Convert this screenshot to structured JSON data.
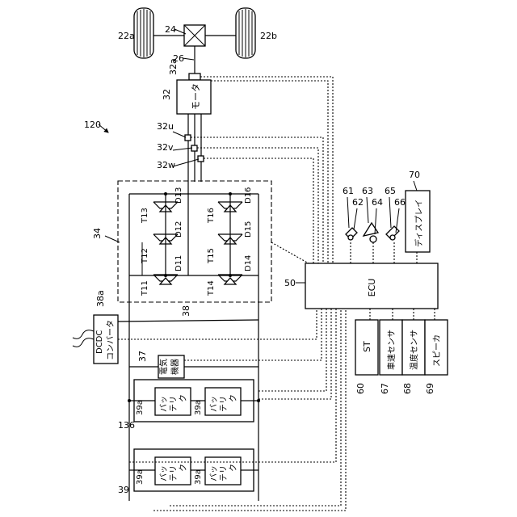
{
  "refs": {
    "fig": "120",
    "wheel_a": "22a",
    "wheel_b": "22b",
    "gear": "24",
    "shaft": "26",
    "sensor": "32a",
    "motor": "32",
    "u": "32u",
    "v": "32v",
    "w": "32w",
    "inverter": "34",
    "ecu": "50",
    "dcdc": "38a",
    "line": "38",
    "aux": "37",
    "pack1": "136",
    "pack2": "39",
    "cell": "39a",
    "st": "60",
    "n61": "61",
    "n62": "62",
    "n63": "63",
    "n64": "64",
    "n65": "65",
    "n66": "66",
    "n67": "67",
    "n68": "68",
    "n69": "69",
    "n70": "70"
  },
  "labels": {
    "motor": "モータ",
    "ecu": "ECU",
    "dcdc_1": "DCDC",
    "dcdc_2": "コンバータ",
    "aux_1": "電気",
    "aux_2": "機器",
    "battery_1": "バッ",
    "battery_2": "テリ",
    "battery_3": "ク",
    "st": "ST",
    "speed_sensor": "車速センサ",
    "temp_sensor": "温度センサ",
    "speaker": "スピーカ",
    "display": "ディスプレイ"
  },
  "switches": {
    "t11": "T11",
    "t12": "T12",
    "t13": "T13",
    "t14": "T14",
    "t15": "T15",
    "t16": "T16",
    "d11": "D11",
    "d12": "D12",
    "d13": "D13",
    "d14": "D14",
    "d15": "D15",
    "d16": "D16"
  }
}
